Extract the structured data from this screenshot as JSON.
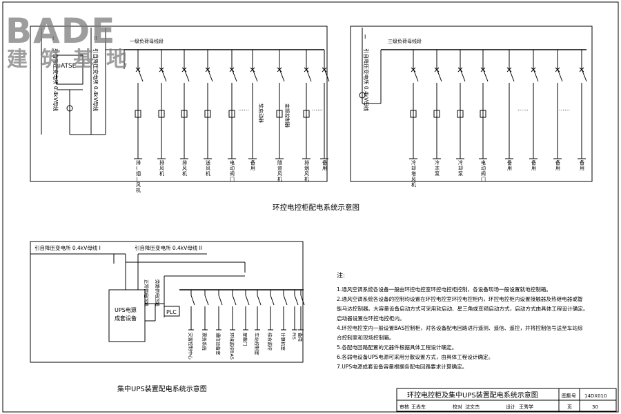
{
  "watermark": {
    "brand": "BADE",
    "subtitle": "建筑基地"
  },
  "diagram1": {
    "source_left": "引自降压变电所 0.4kV母线",
    "source_left_mark": "I",
    "source_right": "引自降压变电所 0.4kV母线",
    "source_right_mark": "II",
    "atse": "ATSE",
    "bus_label": "一级负荷母线段",
    "loads": [
      "排(烟)风机",
      "排风机",
      "排风机",
      "送风机",
      "电动阀门",
      "备用",
      "隧道风机",
      "排烟风机",
      "备用"
    ],
    "softstart": "软启动器",
    "vfd": "变频控制器",
    "dots": "……",
    "caption": "环控电控柜配电系统示意图"
  },
  "diagram2": {
    "source": "引自降压变电所 0.4kV母线",
    "source_mark": "I",
    "bus_label": "三级负荷母线段",
    "loads": [
      "冷却塔风机",
      "冷冻泵",
      "冷却泵",
      "电动阀门",
      "备用",
      "备用",
      "备用",
      "备用"
    ],
    "dots": "……"
  },
  "diagram3": {
    "source_left": "引自降压变电所 0.4kV母线 I",
    "source_right": "引自降压变电所 0.4kV母线 II",
    "ups": "UPS电源成套设备",
    "main_label": "正常供电回路",
    "bypass_label": "旁路供电回路",
    "plc": "PLC",
    "loads": [
      "灾害控制中心",
      "票务系统",
      "通信设备室",
      "环境监控BAS",
      "屏蔽门",
      "车站控制室",
      "综合监控",
      "计算机室",
      "PIS",
      "备用"
    ],
    "caption": "集中UPS装置配电系统示意图"
  },
  "notes": {
    "heading": "注:",
    "items": [
      "1.通风空调系统各设备一般由环控电控室环控电控柜控制，各设备现场一般设置就地控制箱。",
      "2.通风空调系统各设备的控制均设置在环控电控室环控电控柜内，环控电控柜内设置接触器及热继电器或智",
      "  能马达控制器。大容量设备启动方式可采用软启动、星三角或变频启动方式，启动方式由具体工程设计确定。",
      "  启动器设置在环控电控柜内。",
      "4.环控电控室内一般设置BAS控制柜，对各设备配电回路进行遥测、遥信、遥控，并将控制信号送至车站综",
      "  合控制室和现场控制箱。",
      "5.各配电回路配置的元器件根据具体工程设计确定。",
      "6.各弱电设备UPS电源可采用分散设置方式，由具体工程设计确定。",
      "7.UPS电源成套设备容量根据各配电回路要求计算确定。"
    ]
  },
  "title_block": {
    "title": "环控电控柜及集中UPS装置配电系统示意图",
    "atlas_label": "图集号",
    "atlas_no": "14DX010",
    "review": "审核",
    "review_name": "王尚东",
    "check": "校对",
    "check_name": "沈文杰",
    "design": "设计",
    "design_name": "王秀学",
    "page_label": "页",
    "page_no": "30"
  }
}
